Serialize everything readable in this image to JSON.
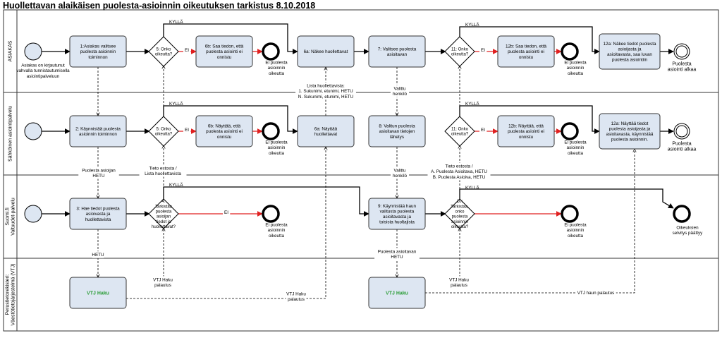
{
  "title": "Huollettavan alaikäisen puolesta-asioinnin oikeutuksen tarkistus 8.10.2018",
  "colors": {
    "task_fill": "#dde6f2",
    "task_stroke": "#333333",
    "no_arrow": "#e02020",
    "vtj_text": "#2e9e3a",
    "lane_line": "#333333"
  },
  "lanes": [
    "ASIAKAS",
    "Sähköinen asiointipalvelu",
    "Suomi.fi Valtuudet-palvelu",
    "Perustietorekisteri: Väestötietojärjestelmä (VTJ)"
  ],
  "start_events": [
    "Asiakas on kirjautunut vahvalla tunnistautumisella asiointipalveluun",
    "",
    "",
    ""
  ],
  "tasks": {
    "t_a1": "1:Asiakas valitsee puolesta asioinnin toiminnon",
    "t_a6b": "6b: Saa tiedon, että puolesta asiointi ei onnistu",
    "t_a6a": "6a: Näkee huollettavat",
    "t_a7": "7: Valitsee puolesta asioitavan",
    "t_a12b": "12b: Saa tiedon, että puolesta asiointi ei onnistu",
    "t_a12a": "12a: Näkee tiedot puolesta asioijasta ja asioitavasta, saa luvan puolesta asiointiin",
    "t_s2": "2: Käynnistää puolesta asioinnin toiminnon",
    "t_s6b": "6b: Näyttää, että puolesta asiointi ei onnistu",
    "t_s6a": "6a: Näyttää huollettavat",
    "t_s8": "8: Valitun puolesta asioitavan tietojen lähetys",
    "t_s12b": "12b: Näyttää, että puolesta asiointi ei onnistu",
    "t_s12a": "12a: Näyttää tiedot puolesta asioijasta ja asioitavasta, käynnistää puolesta asioinnin.",
    "t_v3": "3: Hae tiedot puolesta asioivasta ja huollettavista",
    "t_v9": "9: Käynnistää haun valitusta puolesta asioitavasta ja toisista huoltajista",
    "t_vtj1": "VTJ Haku",
    "t_vtj2": "VTJ Haku"
  },
  "gateways": {
    "g_a5": "5: Onko oikeutta?",
    "g_a11": "11: Onko oikeutta?",
    "g_s5": "5: Onko oikeutta?",
    "g_s11": "11: Onko oikeutta?",
    "g_v4": "4: Tarkistaa puolesta asioijan tiedot ja huollettavat?",
    "g_v10": "10: Tarkistaa, onko puolesta asioinnin oikeutta?"
  },
  "end_events": {
    "e_a6": "Ei puolesta asioinnin oikeutta",
    "e_a12": "Ei puolesta asioinnin oikeutta",
    "e_a_ok": "Puolesta asiointi alkaa",
    "e_s6": "Ei puolesta asioinnin oikeutta",
    "e_s12": "Ei puolesta asioinnin oikeutta",
    "e_s_ok": "Puolesta asiointi alkaa",
    "e_v4": "Ei puolesta asioinnin oikeutta",
    "e_v10": "Ei puolesta asioinnin oikeutta",
    "e_v_ok": "Oikeuksien selvitys päättyy"
  },
  "flow_labels": {
    "yes": "KYLLÄ",
    "no": "EI",
    "lista": "Lista huollettavista:\n1. Sukunimi, etunimi, HETU\nN. Sukunimi, etunimi, HETU",
    "valittu1": "Valittu\nhenkilö",
    "valittu2": "Valittu\nhenkilö",
    "puolesta_hetu": "Puolesta asioijan\nHETU",
    "tieto_lista": "Tieto estosta /\nLista huollettavista",
    "tieto_abc": "Tieto estosta /\nA. Puolesta Asioitava, HETU\nB. Puolesta Asioiva, HETU",
    "hetu": "HETU",
    "puolesta_asioitavan_hetu": "Puolesta asioitavan\nHETU",
    "vtj_palautus1": "VTJ Haku\npalautus",
    "vtj_palautus2": "VTJ Haku\npalautus",
    "vtj_palautus3": "VTJ Haku\npalautus",
    "vtj_haun_palautus": "VTJ haun palautus"
  }
}
